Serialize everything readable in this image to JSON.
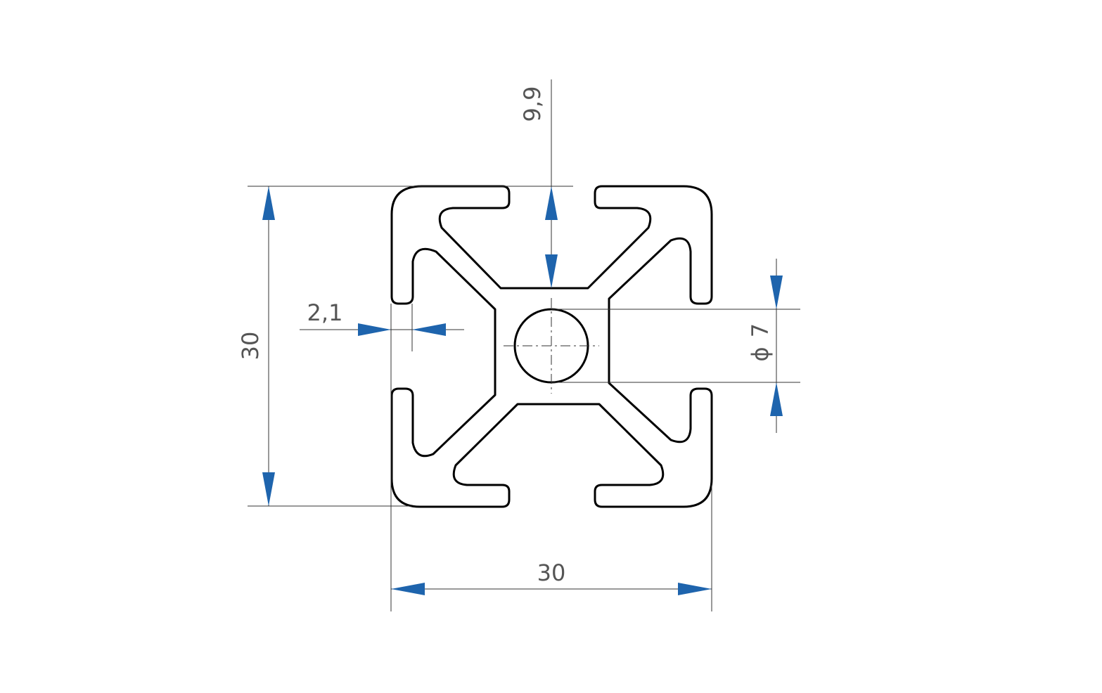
{
  "diagram": {
    "dimensions": {
      "width": "30",
      "height": "30",
      "slot_depth": "9,9",
      "wall_thickness": "2,1",
      "bore_diameter": "7",
      "diameter_symbol": "ϕ"
    },
    "colors": {
      "profile_stroke": "#000000",
      "dimension_line": "#333333",
      "arrow": "#1e64ad",
      "label": "#555555",
      "background": "#ffffff"
    }
  }
}
